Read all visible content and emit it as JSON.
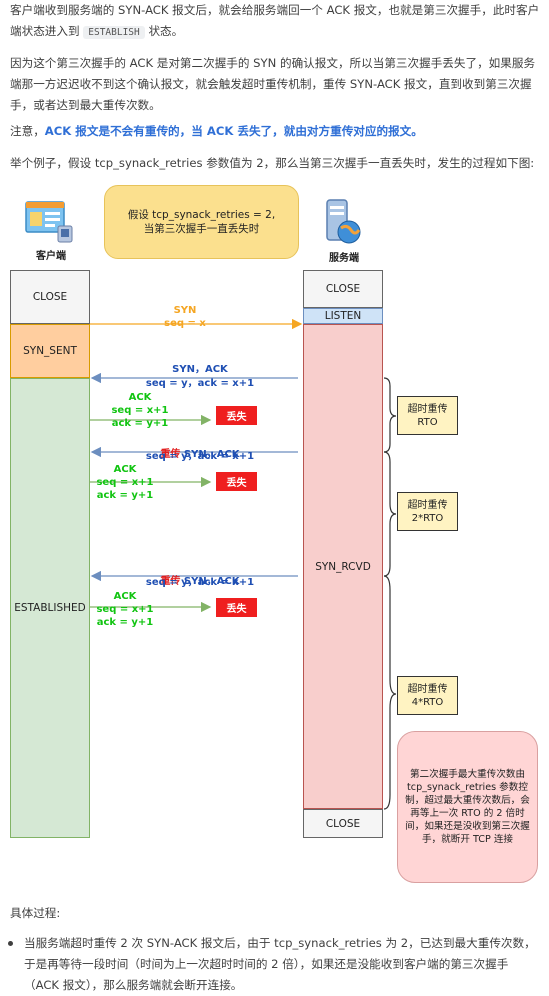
{
  "paragraphs": {
    "p1_a": "客户端收到服务端的 SYN-ACK 报文后，就会给服务端回一个 ACK 报文，也就是第三次握手，此时客户端状态进入到",
    "p1_code": "ESTABLISH",
    "p1_b": "状态。",
    "p2": "因为这个第三次握手的 ACK 是对第二次握手的 SYN 的确认报文，所以当第三次握手丢失了，如果服务端那一方迟迟收不到这个确认报文，就会触发超时重传机制，重传 SYN-ACK 报文，直到收到第三次握手，或者达到最大重传次数。",
    "p3_a": "注意，",
    "p3_b": "ACK 报文是不会有重传的，当 ACK 丢失了，就由对方重传对应的报文。",
    "p4": "举个例子，假设 tcp_synack_retries 参数值为 2，那么当第三次握手一直丢失时，发生的过程如下图:"
  },
  "diagram": {
    "note_line1": "假设  tcp_synack_retries = 2,",
    "note_line2": "当第三次握手一直丢失时",
    "client_label": "客户端",
    "server_label": "服务端",
    "client_states": [
      "CLOSE",
      "SYN_SENT",
      "ESTABLISHED"
    ],
    "server_states": [
      "CLOSE",
      "LISTEN",
      "SYN_RCVD",
      "CLOSE"
    ],
    "syn_label": "SYN",
    "syn_seq": "seq = x",
    "synack_label": "SYN，ACK",
    "synack_seq": "seq = y，ack = x+1",
    "retrans_prefix": "重传",
    "ack_label": "ACK",
    "ack_seq": "seq = x+1",
    "ack_ack": "ack = y+1",
    "lost_label": "丢失",
    "rto": [
      {
        "line1": "超时重传",
        "line2": "RTO"
      },
      {
        "line1": "超时重传",
        "line2": "2*RTO"
      },
      {
        "line1": "超时重传",
        "line2": "4*RTO"
      }
    ],
    "final_note": "第二次握手最大重传次数由 tcp_synack_retries 参数控制，超过最大重传次数后，会再等上一次 RTO 的 2 倍时间，如果还是没收到第三次握手，就断开 TCP 连接",
    "colors": {
      "syn": "#f5a623",
      "synack": "#6c8ebf",
      "ack": "#82b366",
      "ack_text": "#11c411",
      "synack_text": "#1f4fb3",
      "retrans": "#e21f1f"
    }
  },
  "process": {
    "heading": "具体过程:",
    "bullet": "当服务端超时重传 2 次 SYN-ACK 报文后，由于 tcp_synack_retries 为 2，已达到最大重传次数，于是再等待一段时间（时间为上一次超时时间的 2 倍），如果还是没能收到客户端的第三次握手（ACK 报文），那么服务端就会断开连接。"
  }
}
